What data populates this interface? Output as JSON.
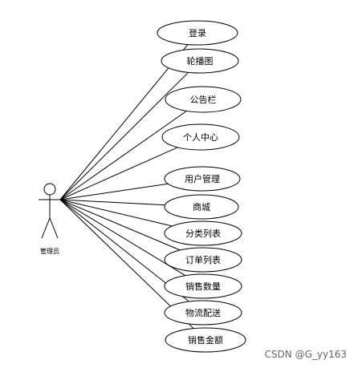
{
  "diagram": {
    "type": "use-case",
    "actor": {
      "label": "管理员",
      "icon": "stick-figure-icon"
    },
    "use_cases": [
      {
        "label": "登录"
      },
      {
        "label": "轮播图"
      },
      {
        "label": "公告栏"
      },
      {
        "label": "个人中心"
      },
      {
        "label": "用户管理"
      },
      {
        "label": "商城"
      },
      {
        "label": "分类列表"
      },
      {
        "label": "订单列表"
      },
      {
        "label": "销售数量"
      },
      {
        "label": "物流配送"
      },
      {
        "label": "销售金额"
      }
    ]
  },
  "watermark": {
    "text": "CSDN @G_yy163"
  }
}
